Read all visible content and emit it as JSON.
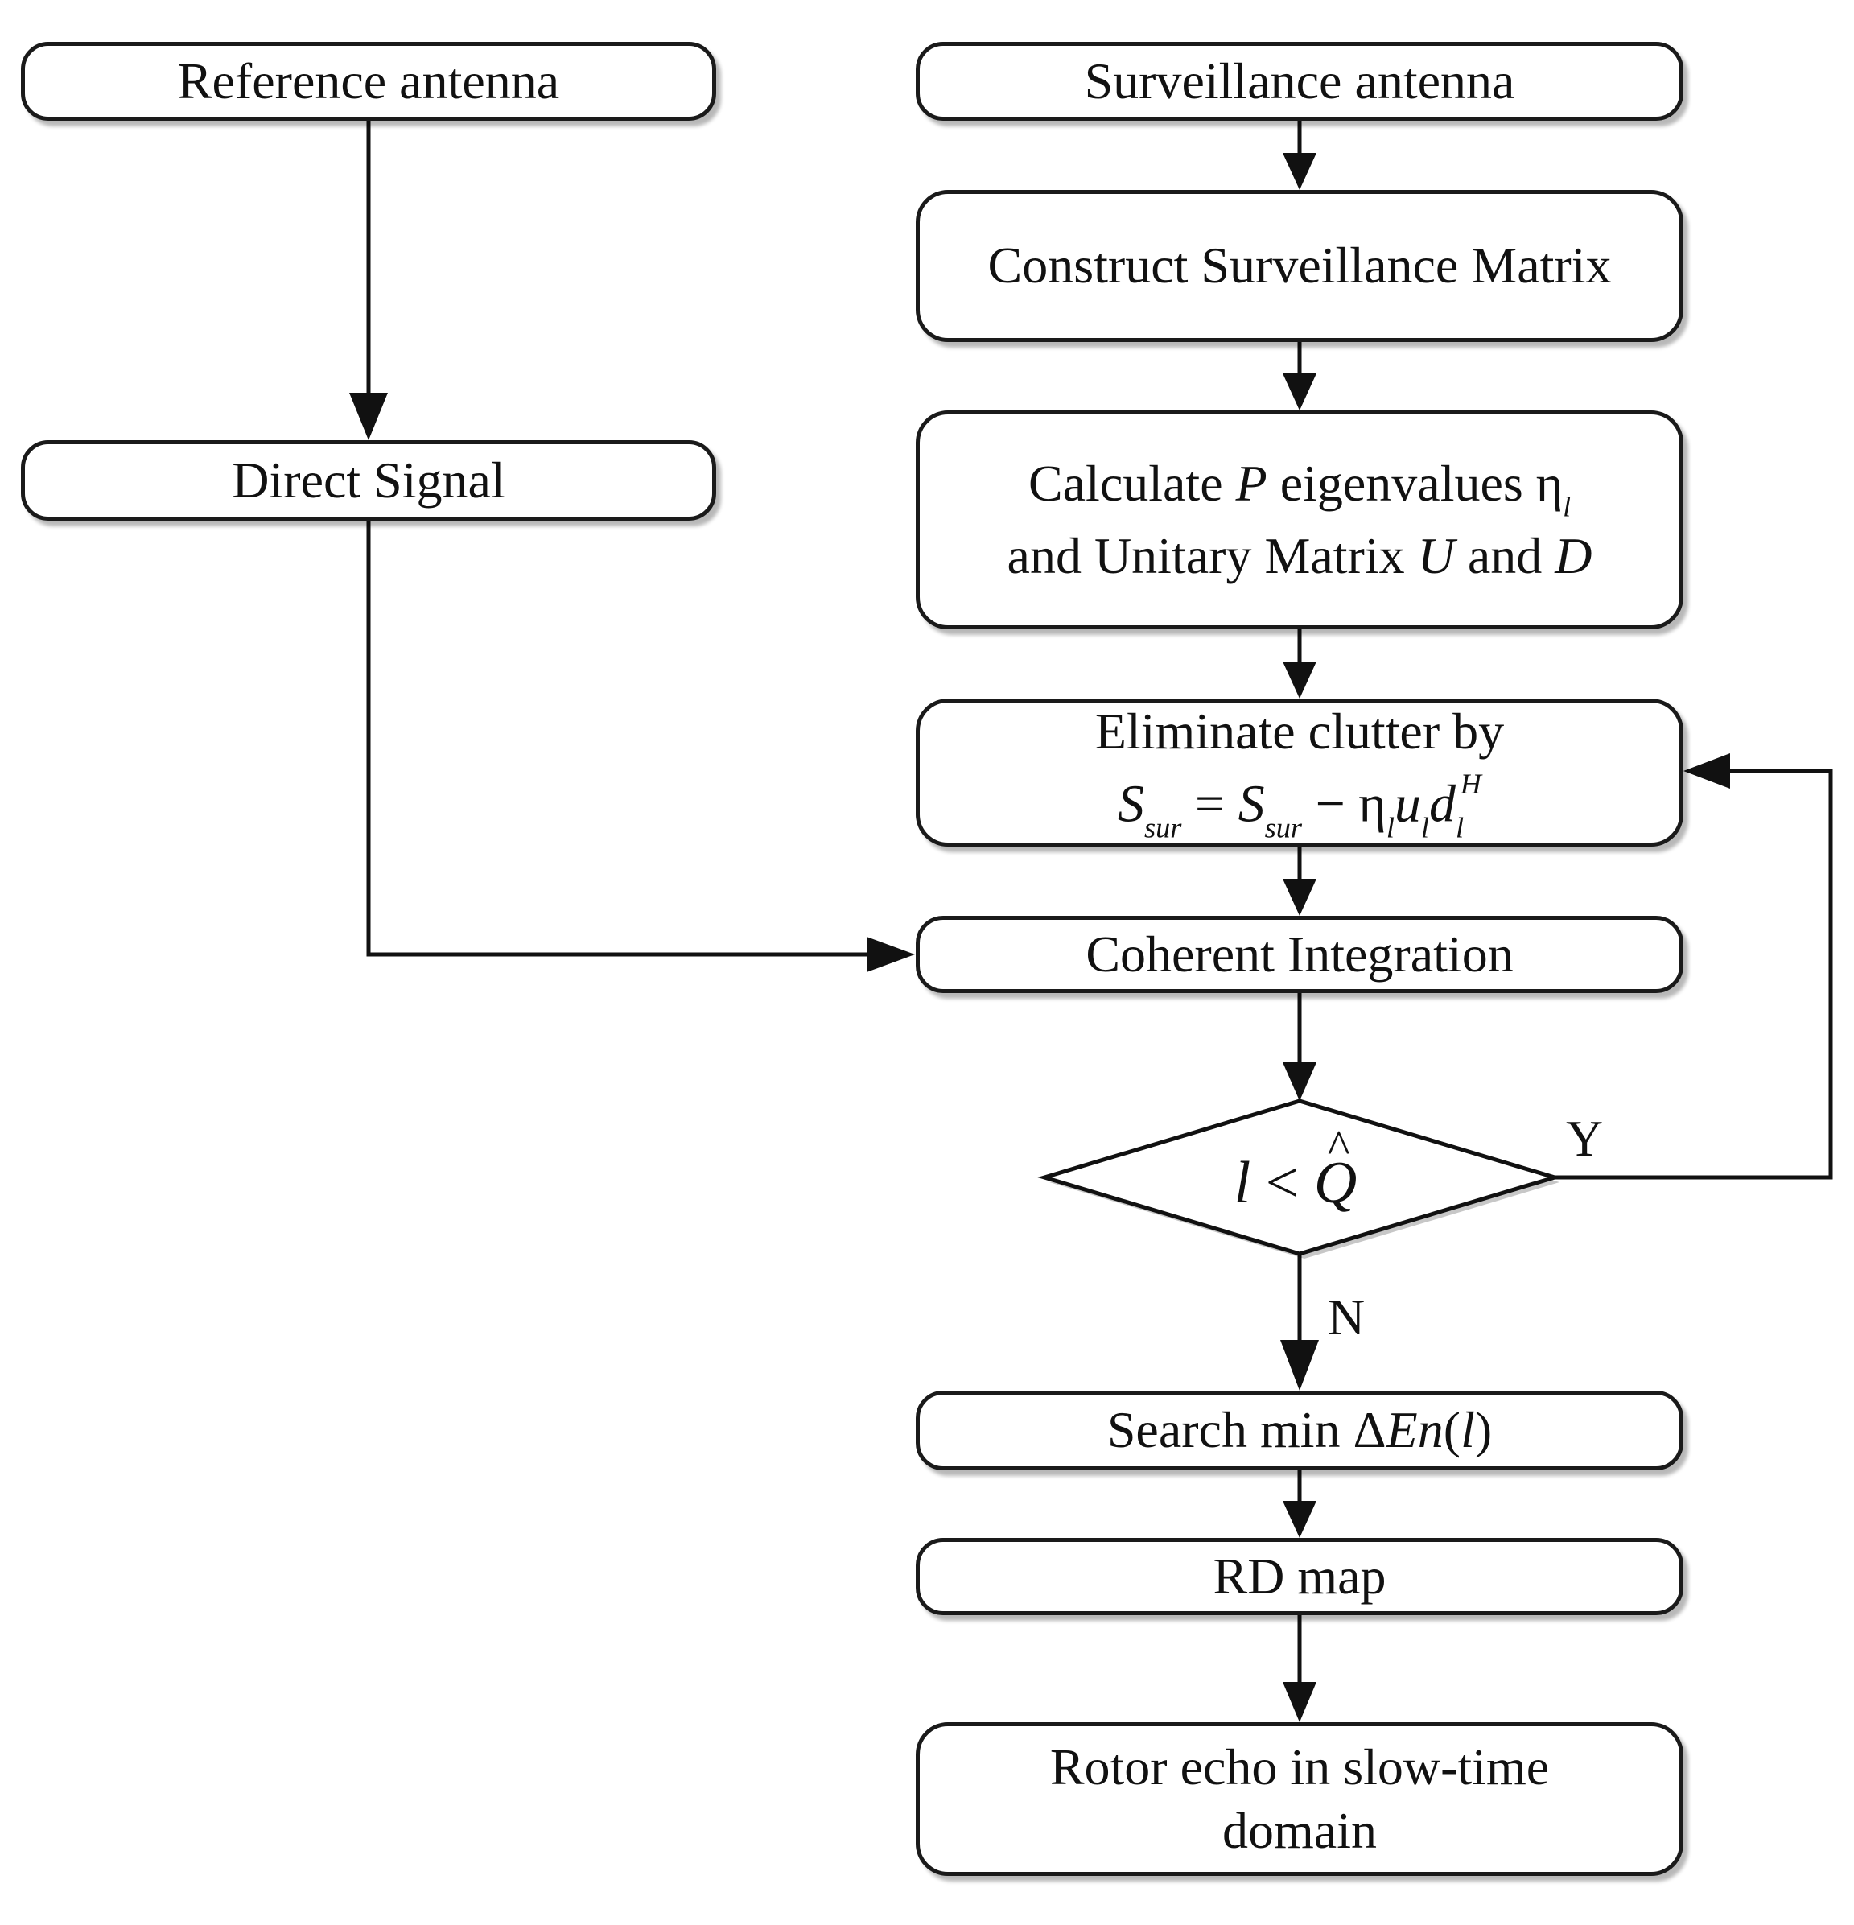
{
  "nodes": {
    "reference_antenna": "Reference antenna",
    "surveillance_antenna": "Surveillance antenna",
    "direct_signal": "Direct Signal",
    "construct_matrix": "Construct Surveillance Matrix",
    "calculate": {
      "line1_prefix": "Calculate",
      "line1_var": "P",
      "line1_suffix": "eigenvalues",
      "eta": "η",
      "eta_sub": "l",
      "line2_prefix": "and Unitary Matrix",
      "line2_var1": "U",
      "line2_and": "and",
      "line2_var2": "D"
    },
    "eliminate": {
      "line1": "Eliminate clutter by",
      "S": "S",
      "sur": "sur",
      "equals": "=",
      "minus": "−",
      "eta": "η",
      "u": "u",
      "d": "d",
      "l": "l",
      "H": "H"
    },
    "coherent": "Coherent Integration",
    "decision": {
      "l": "l",
      "lt": "<",
      "Q": "Q"
    },
    "search": {
      "prefix": "Search min",
      "delta": "Δ",
      "En": "En",
      "open": "(",
      "l": "l",
      "close": ")"
    },
    "rd_map": "RD map",
    "rotor": {
      "line1": "Rotor echo in slow-time",
      "line2": "domain"
    }
  },
  "edge_labels": {
    "yes": "Y",
    "no": "N"
  }
}
